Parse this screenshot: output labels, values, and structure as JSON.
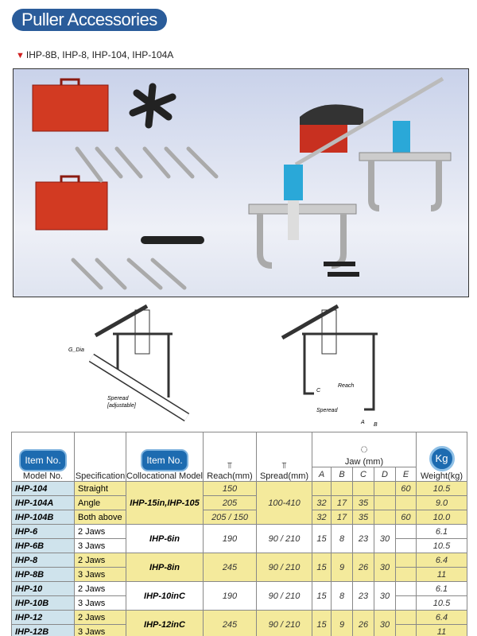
{
  "title": "Puller Accessories",
  "subtitle": "IHP-8B, IHP-8, IHP-104, IHP-104A",
  "diagram_labels": {
    "g_dia": "G_Dia",
    "spread_adj_1": "Speread",
    "spread_adj_2": "[adjustable]",
    "reach": "Reach",
    "spread": "Speread",
    "c": "C",
    "a": "A",
    "b": "B"
  },
  "table": {
    "badge": "Item No.",
    "kg": "Kg",
    "headers": {
      "model": "Model No.",
      "spec": "Specification",
      "colloc": "Collocational Model",
      "reach": "Reach(mm)",
      "spread": "Spread(mm)",
      "jaw": "Jaw  (mm)",
      "a": "A",
      "b": "B",
      "c": "C",
      "d": "D",
      "e": "E",
      "weight": "Weight(kg)"
    },
    "rows": [
      {
        "model": "IHP-104",
        "spec": "Straight",
        "reach": "150",
        "a": "",
        "b": "",
        "c": "",
        "d": "",
        "e": "60",
        "weight": "10.5"
      },
      {
        "model": "IHP-104A",
        "spec": "Angle",
        "reach": "205",
        "a": "32",
        "b": "17",
        "c": "35",
        "d": "",
        "e": "",
        "weight": "9.0"
      },
      {
        "model": "IHP-104B",
        "spec": "Both above",
        "reach": "205 / 150",
        "a": "32",
        "b": "17",
        "c": "35",
        "d": "",
        "e": "60",
        "weight": "10.0"
      },
      {
        "model": "IHP-6",
        "spec": "2 Jaws",
        "weight": "6.1"
      },
      {
        "model": "IHP-6B",
        "spec": "3 Jaws",
        "weight": "10.5"
      },
      {
        "model": "IHP-8",
        "spec": "2 Jaws",
        "weight": "6.4"
      },
      {
        "model": "IHP-8B",
        "spec": "3 Jaws",
        "weight": "11"
      },
      {
        "model": "IHP-10",
        "spec": "2 Jaws",
        "weight": "6.1"
      },
      {
        "model": "IHP-10B",
        "spec": "3 Jaws",
        "weight": "10.5"
      },
      {
        "model": "IHP-12",
        "spec": "2 Jaws",
        "weight": "6.4"
      },
      {
        "model": "IHP-12B",
        "spec": "3 Jaws",
        "weight": "11"
      }
    ],
    "groups": [
      {
        "colloc": "IHP-15in,IHP-105",
        "spread": "100-410"
      },
      {
        "colloc": "IHP-6in",
        "reach": "190",
        "spread": "90 / 210",
        "a": "15",
        "b": "8",
        "c": "23",
        "d": "30"
      },
      {
        "colloc": "IHP-8in",
        "reach": "245",
        "spread": "90 / 210",
        "a": "15",
        "b": "9",
        "c": "26",
        "d": "30"
      },
      {
        "colloc": "IHP-10inC",
        "reach": "190",
        "spread": "90 / 210",
        "a": "15",
        "b": "8",
        "c": "23",
        "d": "30"
      },
      {
        "colloc": "IHP-12inC",
        "reach": "245",
        "spread": "90 / 210",
        "a": "15",
        "b": "9",
        "c": "26",
        "d": "30"
      }
    ]
  }
}
